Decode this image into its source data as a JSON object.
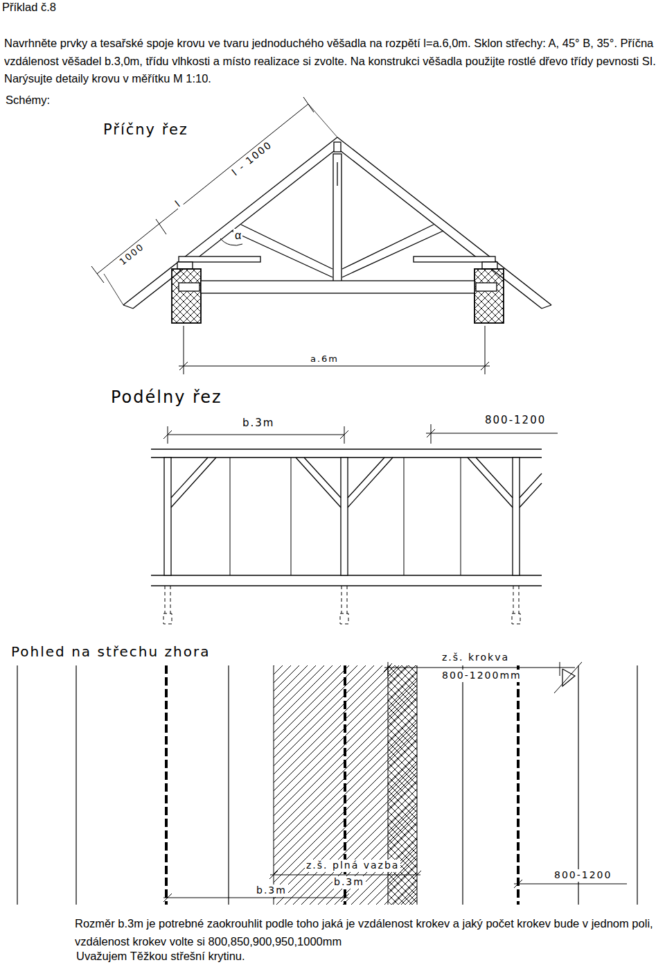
{
  "diagram": {
    "title": "Příklad č.8",
    "labels": [
      "Navrhněte prvky a tesařské spoje krovu ve tvaru jednoduchého věšadla na rozpětí l=a.6,0m. Sklon střechy: A, 45° B, 35°. Příčna vzdálenost věšadel b.3,0m, třídu vlhkosti a místo realizace si zvolte. Na konstrukci věšadla použijte rostlé dřevo třídy pevnosti SI. Narýsujte detaily krovu v měřítku M 1:10.",
      "Schémy:",
      "Příčny řez",
      "l - 1000",
      "l",
      "1000",
      "α",
      "a.6m",
      "Podélny řez",
      "b.3m",
      "800-1200",
      "Pohled na střechu zhora",
      "z.š. krokva",
      "800-1200mm",
      "z.š. plná vazba",
      "b.3m",
      "b.3m",
      "800-1200",
      "Rozměr b.3m je potrebné zaokrouhlit podle toho jaká je vzdálenost krokev a jaký počet krokev bude v jednom poli, vzdálenost krokev volte si 800,850,900,950,1000mm",
      "Uvažujem Těžkou střešní krytinu."
    ]
  }
}
